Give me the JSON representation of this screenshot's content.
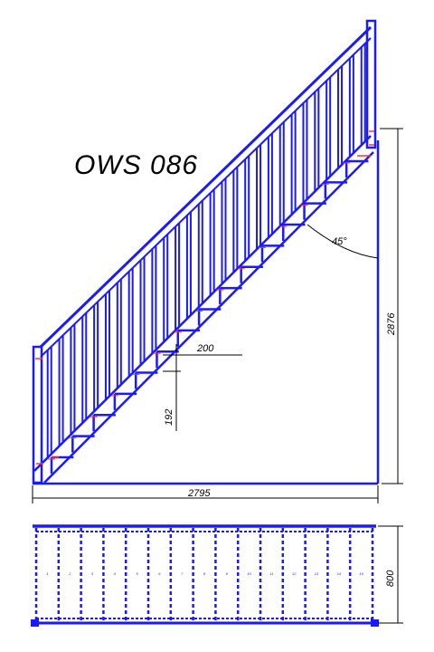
{
  "drawing": {
    "title": "OWS 086",
    "angle_label": "45°",
    "tread_depth_label": "200",
    "riser_height_label": "192",
    "total_height_label": "2876",
    "total_length_label": "2795",
    "width_label": "800",
    "step_count": 15,
    "step_numbers": [
      "1",
      "2",
      "3",
      "4",
      "5",
      "6",
      "7",
      "8",
      "9",
      "10",
      "11",
      "12",
      "13",
      "14",
      "15"
    ],
    "line_color": "#1a1aff",
    "accent_color": "#ff3333"
  }
}
